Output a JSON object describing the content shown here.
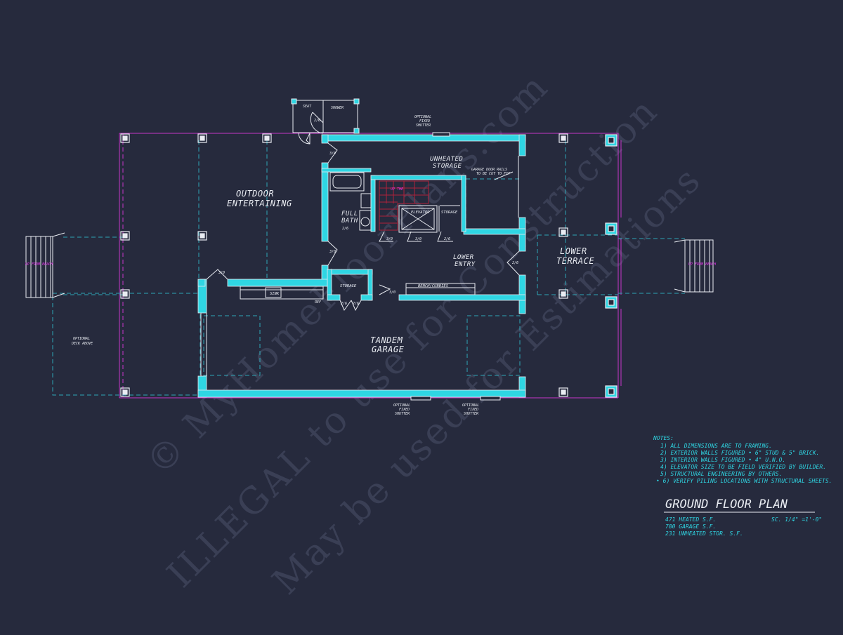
{
  "watermark": {
    "line1": "© MyHomeFloorPlans.com",
    "line2": "ILLEGAL to use for Construction",
    "line3": "May be used for Estimations"
  },
  "rooms": {
    "outdoor_entertaining_1": "OUTDOOR",
    "outdoor_entertaining_2": "ENTERTAINING",
    "unheated_storage_1": "UNHEATED",
    "unheated_storage_2": "STORAGE",
    "full_bath_1": "FULL",
    "full_bath_2": "BATH",
    "lower_entry_1": "LOWER",
    "lower_entry_2": "ENTRY",
    "lower_terrace_1": "LOWER",
    "lower_terrace_2": "TERRACE",
    "tandem_garage_1": "TANDEM",
    "tandem_garage_2": "GARAGE",
    "elevator": "ELEVATOR",
    "storage_small": "STORAGE",
    "storage_mid": "STORAGE",
    "bench_cubbies": "BENCH/CUBBIES",
    "sink": "SINK",
    "seat": "SEAT",
    "shower": "SHOWER",
    "optional_deck_1": "OPTIONAL",
    "optional_deck_2": "DECK ABOVE",
    "up_stairs": "UP THE",
    "up_left": "UP FROM BEACH",
    "up_right": "UP FROM BEACH",
    "garage_door_rails_1": "GARAGE DOOR RAILS",
    "garage_door_rails_2": "TO BE CUT TO FIT",
    "ref": "REF"
  },
  "doors": {
    "d1": "2/6",
    "d2": "3/0",
    "d3": "3/0",
    "d4": "3/0",
    "d5": "3/0",
    "d6": "2/6",
    "d7": "3/0",
    "d8": "3/0",
    "d9": "2/6",
    "d10": "2/6",
    "d11": "2/6",
    "d12": "2/6",
    "d13": "3/0",
    "d14": "3/0"
  },
  "shutters": {
    "top_1": "OPTIONAL",
    "top_2": "FIXED",
    "top_3": "SHUTTER",
    "b1_1": "OPTIONAL",
    "b1_2": "FIXED",
    "b1_3": "SHUTTER",
    "b2_1": "OPTIONAL",
    "b2_2": "FIXED",
    "b2_3": "SHUTTER"
  },
  "notes": {
    "heading": "NOTES:",
    "items": [
      "1)  ALL DIMENSIONS ARE TO FRAMING.",
      "2)  EXTERIOR WALLS FIGURED • 6\" STUD & 5\" BRICK.",
      "3)  INTERIOR WALLS FIGURED • 4\" U.N.O.",
      "4)  ELEVATOR SIZE TO BE FIELD VERIFIED BY BUILDER.",
      "5)  STRUCTURAL ENGINEERING BY OTHERS.",
      "• 6)  VERIFY PILING LOCATIONS WITH STRUCTURAL SHEETS."
    ]
  },
  "title_block": {
    "title": "GROUND FLOOR PLAN",
    "heated": "471 HEATED S.F.",
    "garage": "780 GARAGE S.F.",
    "unheated": "231 UNHEATED STOR. S.F.",
    "scale": "SC. 1/4\" =1'-0\""
  },
  "colors": {
    "background": "#262a3d",
    "wall": "#2fd6e3",
    "line": "#e9ecf2",
    "dashed": "#2fa7b8",
    "column_line": "#c637c9",
    "accent": "#e033e6"
  }
}
